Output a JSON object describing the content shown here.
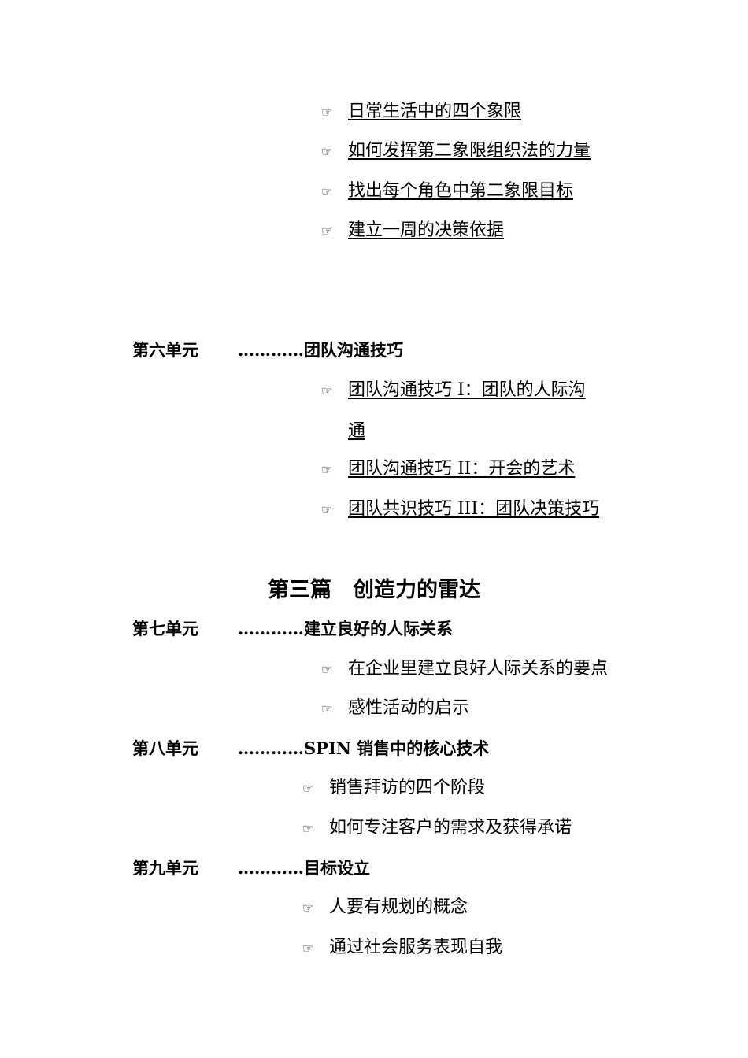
{
  "top_items": [
    "日常生活中的四个象限",
    "如何发挥第二象限组织法的力量",
    "找出每个角色中第二象限目标",
    "建立一周的决策依据"
  ],
  "unit6": {
    "num": "第六单元",
    "title": "…………团队沟通技巧",
    "items": [
      "团队沟通技巧 I：团队的人际沟",
      "团队沟通技巧 II：开会的艺术",
      "团队共识技巧 III：团队决策技巧"
    ],
    "item1_cont": "通"
  },
  "part3": {
    "title": "第三篇　创造力的雷达"
  },
  "unit7": {
    "num": "第七单元",
    "title": "…………建立良好的人际关系",
    "items": [
      "在企业里建立良好人际关系的要点",
      "感性活动的启示"
    ]
  },
  "unit8": {
    "num": "第八单元",
    "title": "…………SPIN 销售中的核心技术",
    "items": [
      "销售拜访的四个阶段",
      "如何专注客户的需求及获得承诺"
    ]
  },
  "unit9": {
    "num": "第九单元",
    "title": "…………目标设立",
    "items": [
      "人要有规划的概念",
      "通过社会服务表现自我"
    ]
  },
  "bullet_icon": "pointing-hand-icon"
}
